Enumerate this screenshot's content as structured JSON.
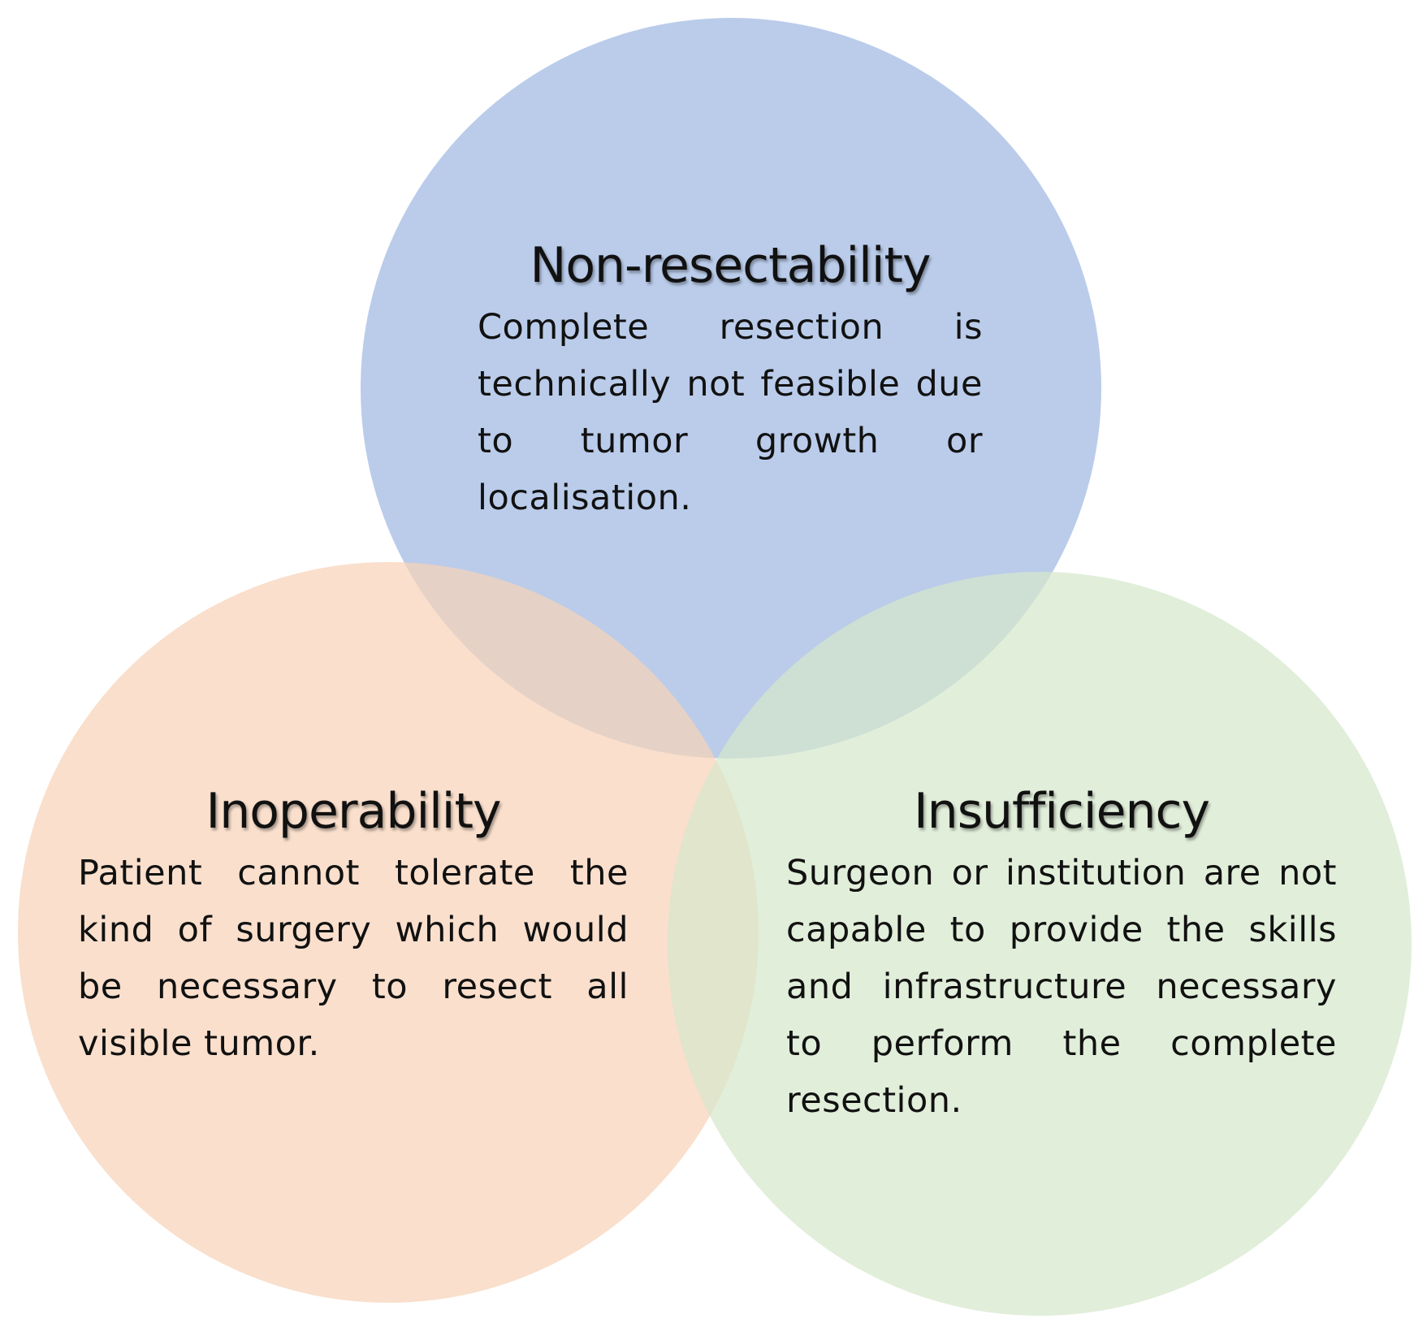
{
  "colors": {
    "top_circle": "#aec3e6",
    "left_circle": "#f7d3b8",
    "right_circle": "#d6e8cc"
  },
  "circles": [
    {
      "id": "non-resectability",
      "title": "Non-resectability",
      "description": "Complete resection is technically not feasible due to tumor growth or localisation."
    },
    {
      "id": "inoperability",
      "title": "Inoperability",
      "description": "Patient cannot tolerate the kind of surgery which would be necessary to resect all visible tumor."
    },
    {
      "id": "insufficiency",
      "title": "Insufficiency",
      "description": "Surgeon or institution are not capable to provide the skills and infrastructure necessary to perform the complete resection."
    }
  ]
}
